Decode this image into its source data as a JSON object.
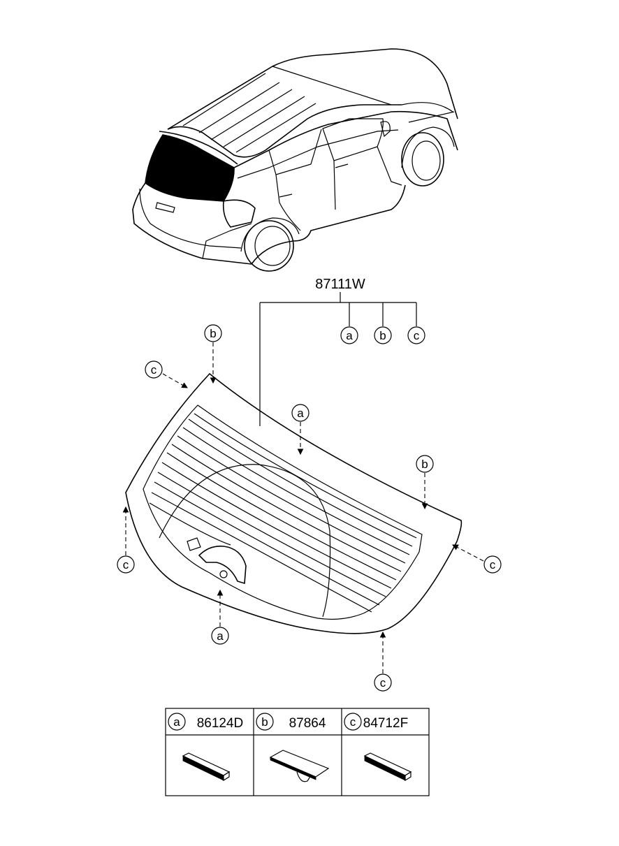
{
  "main_part_number": "87111W",
  "callout_letters": {
    "a": "a",
    "b": "b",
    "c": "c"
  },
  "legend": [
    {
      "letter": "a",
      "part_number": "86124D"
    },
    {
      "letter": "b",
      "part_number": "87864"
    },
    {
      "letter": "c",
      "part_number": "84712F"
    }
  ]
}
